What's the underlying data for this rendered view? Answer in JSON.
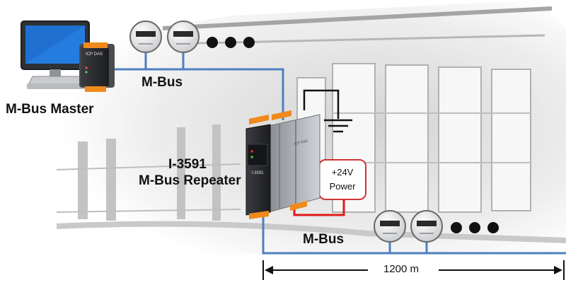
{
  "master": {
    "label": "M-Bus Master"
  },
  "bus_top": {
    "label": "M-Bus"
  },
  "bus_bottom": {
    "label": "M-Bus"
  },
  "repeater": {
    "model": "I-3591",
    "name": "M-Bus Repeater",
    "panel_text": "I-3591",
    "brand_text": "ICP DAS"
  },
  "converter": {
    "brand_text": "ICP DAS"
  },
  "power": {
    "line1": "+24V",
    "line2": "Power"
  },
  "distance": {
    "label": "1200 m"
  },
  "colors": {
    "bus_line": "#4f7fbf",
    "power_line": "#e31a1a",
    "terminal_orange": "#f08a1c",
    "device_dark": "#2b2d31",
    "dots": "#111111"
  },
  "icons": [
    "computer-icon",
    "converter-icon",
    "meter-icon",
    "ground-icon",
    "repeater-icon"
  ]
}
